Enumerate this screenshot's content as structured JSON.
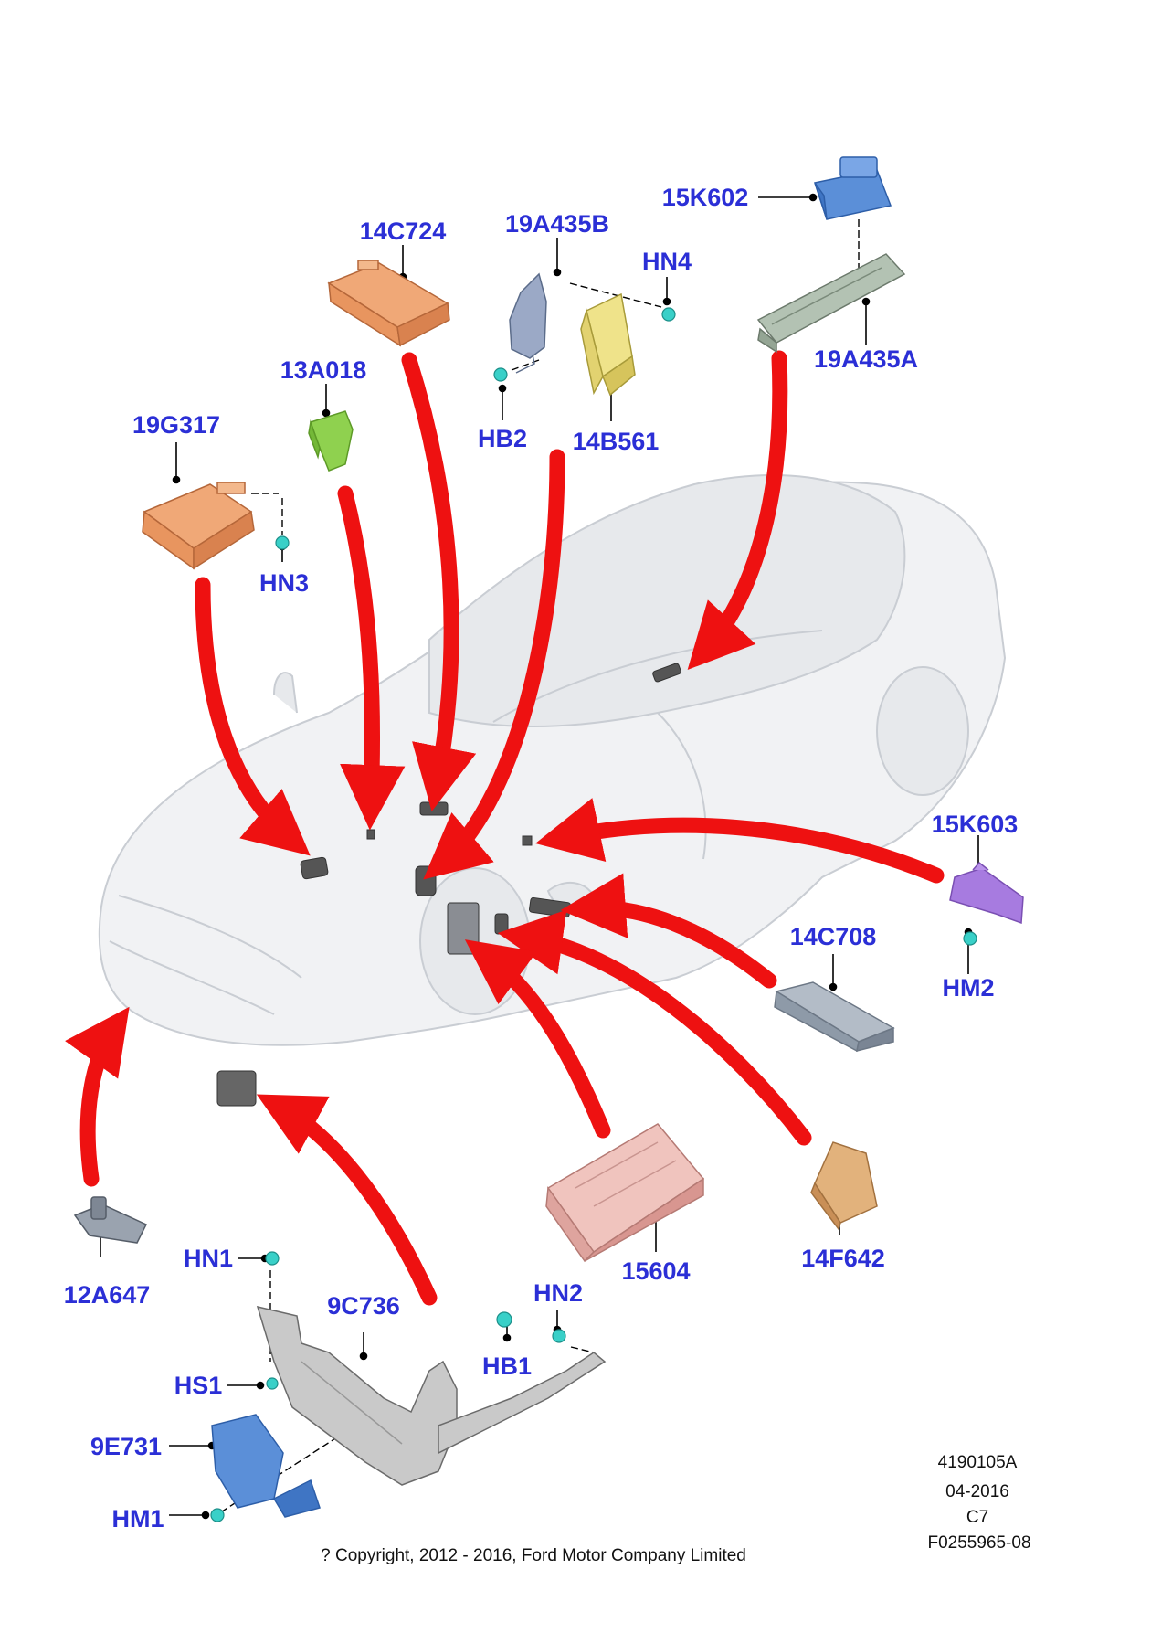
{
  "labels": {
    "p15K602": "15K602",
    "p14C724": "14C724",
    "p19A435B": "19A435B",
    "pHN4": "HN4",
    "p19A435A": "19A435A",
    "p13A018": "13A018",
    "pHB2": "HB2",
    "p14B561": "14B561",
    "p19G317": "19G317",
    "pHN3": "HN3",
    "p15K603": "15K603",
    "p14C708": "14C708",
    "pHM2": "HM2",
    "p12A647": "12A647",
    "p15604": "15604",
    "p14F642": "14F642",
    "pHN1": "HN1",
    "p9C736": "9C736",
    "pHN2": "HN2",
    "pHB1": "HB1",
    "pHS1": "HS1",
    "p9E731": "9E731",
    "pHM1": "HM1"
  },
  "meta": {
    "code": "4190105A",
    "date": "04-2016",
    "rev": "C7",
    "ref": "F0255965-08",
    "copyright": "? Copyright, 2012 - 2016, Ford Motor Company Limited"
  },
  "colors": {
    "label": "#2b2fd6",
    "arrow": "#ee1111",
    "car_outline": "#c9cdd3",
    "module_orange": "#e8955f",
    "module_blue": "#5b8fd8",
    "module_green": "#8fd14f",
    "module_yellow": "#efe38a",
    "module_purple": "#a77be0",
    "module_pink": "#e9b4ae",
    "module_tan": "#d9a063",
    "module_grey": "#8e9aa8",
    "fastener_cyan": "#39d0c8"
  }
}
